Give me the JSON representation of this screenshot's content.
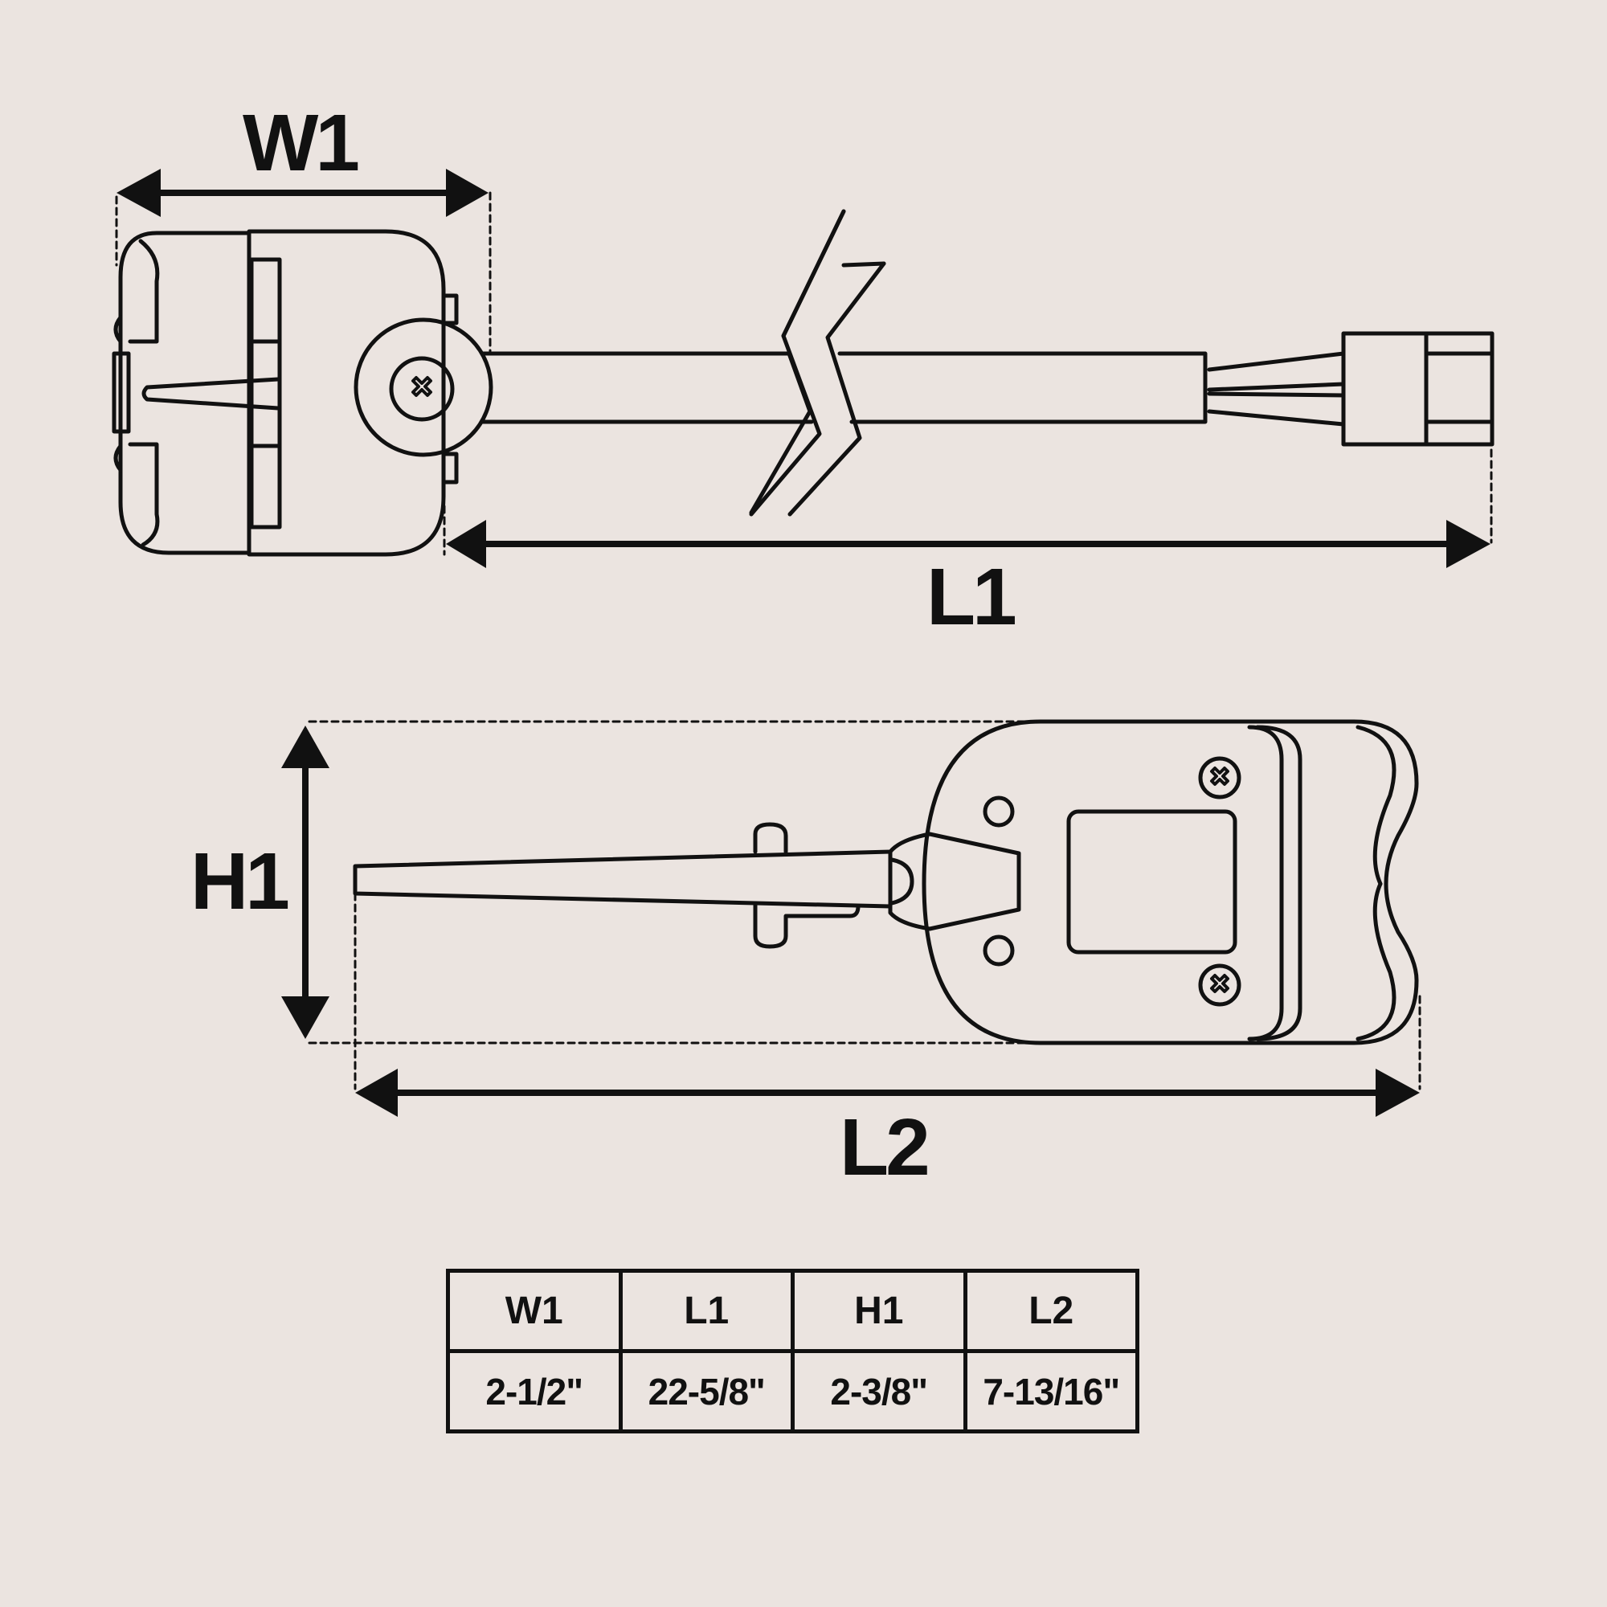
{
  "dimensions": {
    "w1_label": "W1",
    "l1_label": "L1",
    "h1_label": "H1",
    "l2_label": "L2"
  },
  "spec_table": {
    "headers": [
      "W1",
      "L1",
      "H1",
      "L2"
    ],
    "values": [
      "2-1/2\"",
      "22-5/8\"",
      "2-3/8\"",
      "7-13/16\""
    ]
  }
}
